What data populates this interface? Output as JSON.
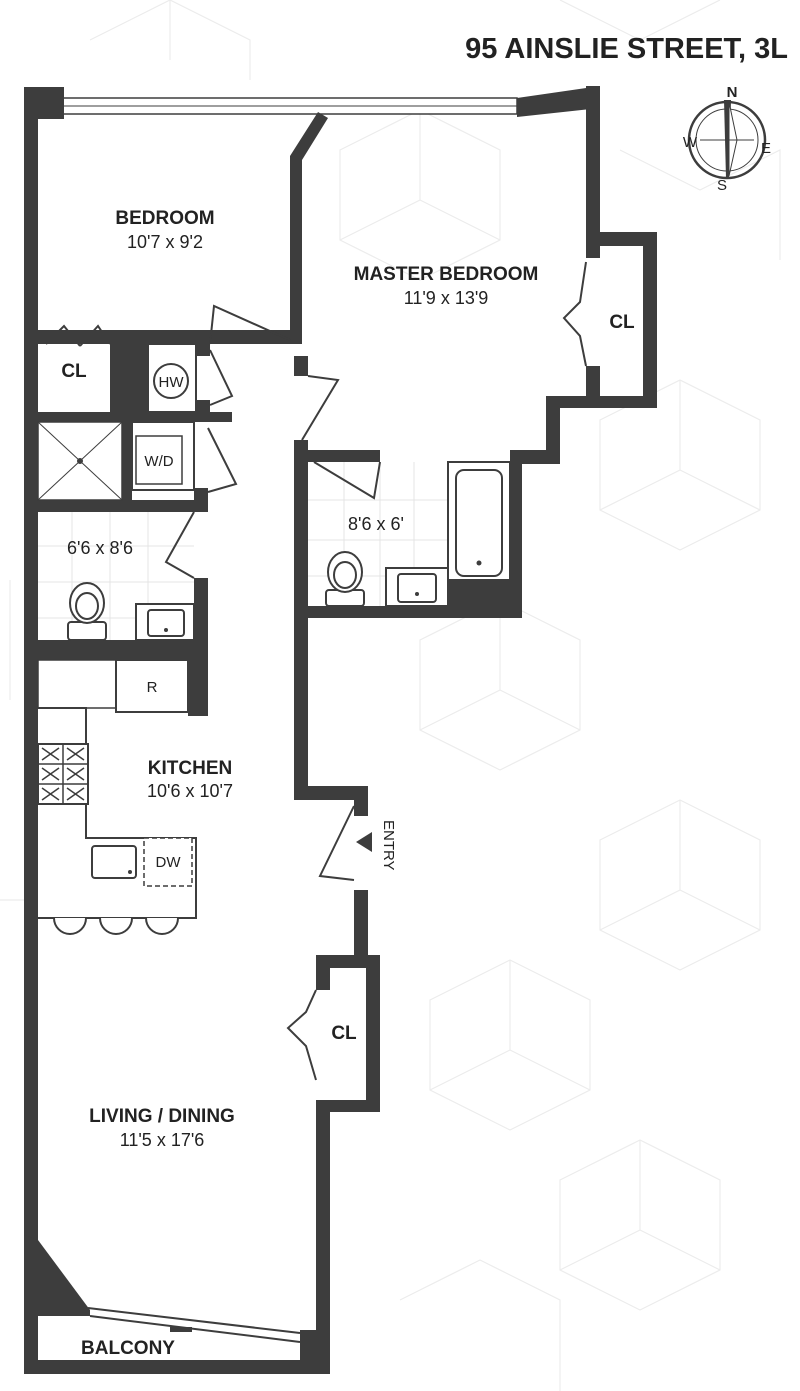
{
  "title": "95 AINSLIE STREET, 3L",
  "compass": {
    "n": "N",
    "s": "S",
    "e": "E",
    "w": "W"
  },
  "rooms": {
    "bedroom": {
      "name": "BEDROOM",
      "dims": "10'7 x 9'2"
    },
    "master_bedroom": {
      "name": "MASTER BEDROOM",
      "dims": "11'9 x 13'9"
    },
    "bath1": {
      "dims": "6'6 x 8'6"
    },
    "bath2": {
      "dims": "8'6 x 6'"
    },
    "kitchen": {
      "name": "KITCHEN",
      "dims": "10'6 x 10'7"
    },
    "living": {
      "name": "LIVING / DINING",
      "dims": "11'5 x 17'6"
    }
  },
  "labels": {
    "closet": "CL",
    "water_heater": "HW",
    "washer_dryer": "W/D",
    "refrigerator": "R",
    "dishwasher": "DW",
    "entry": "ENTRY",
    "balcony": "BALCONY"
  },
  "colors": {
    "wall": "#3d3d3d",
    "pattern": "#ececec",
    "text": "#222222"
  }
}
